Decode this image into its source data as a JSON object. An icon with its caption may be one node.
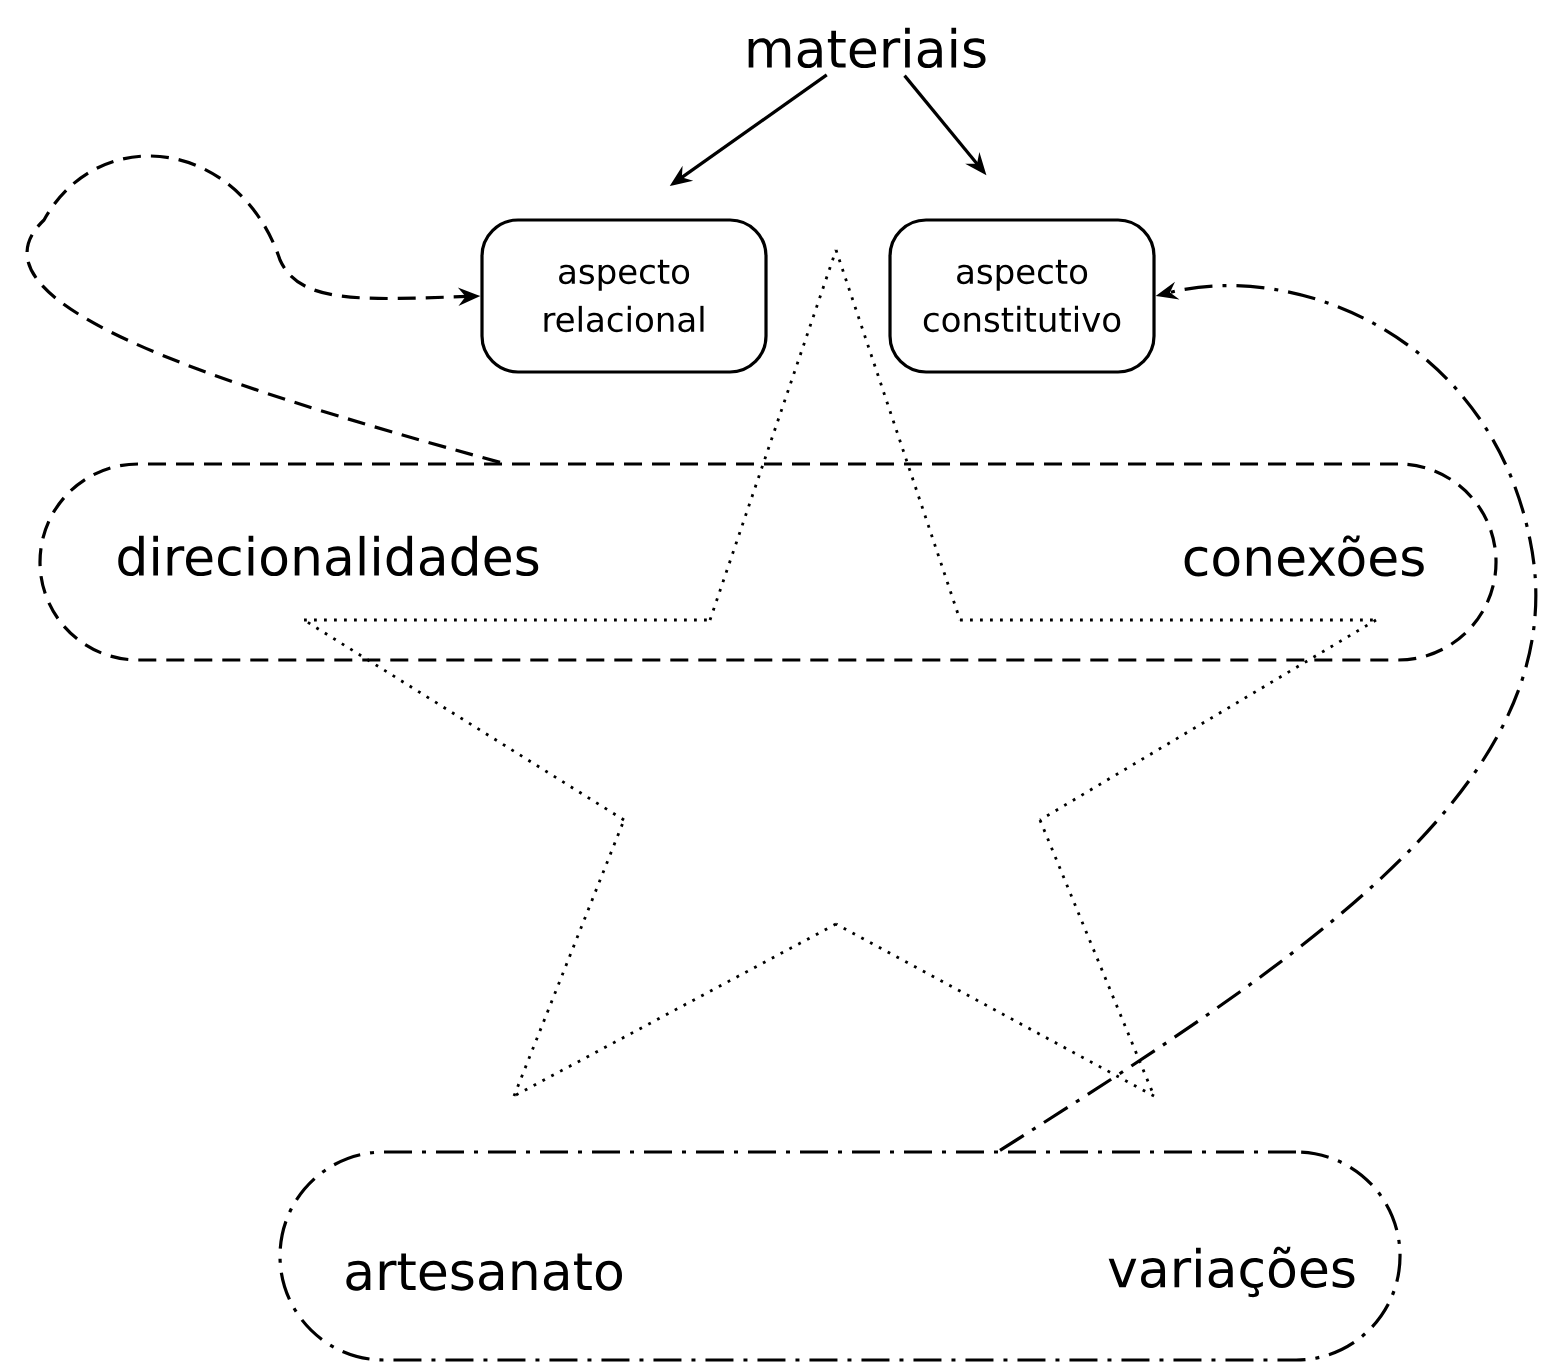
{
  "diagram": {
    "nodes": [
      {
        "text": [
          "materiais"
        ]
      },
      {
        "text": [
          "aspecto relacional"
        ]
      },
      {
        "text": [
          "aspecto constitutivo"
        ]
      },
      {
        "text": [
          "direcionalidades",
          "conexões"
        ]
      },
      {
        "text": [
          "artesanato",
          "variações"
        ]
      }
    ],
    "edges": [
      {
        "from": 0,
        "to": 1,
        "arrow": "to"
      },
      {
        "from": 0,
        "to": 2,
        "arrow": "to"
      },
      {
        "from": 3,
        "to": 1,
        "arrow": "to",
        "style": "dashed"
      },
      {
        "from": 4,
        "to": 2,
        "arrow": "to",
        "style": "dashed"
      }
    ]
  }
}
